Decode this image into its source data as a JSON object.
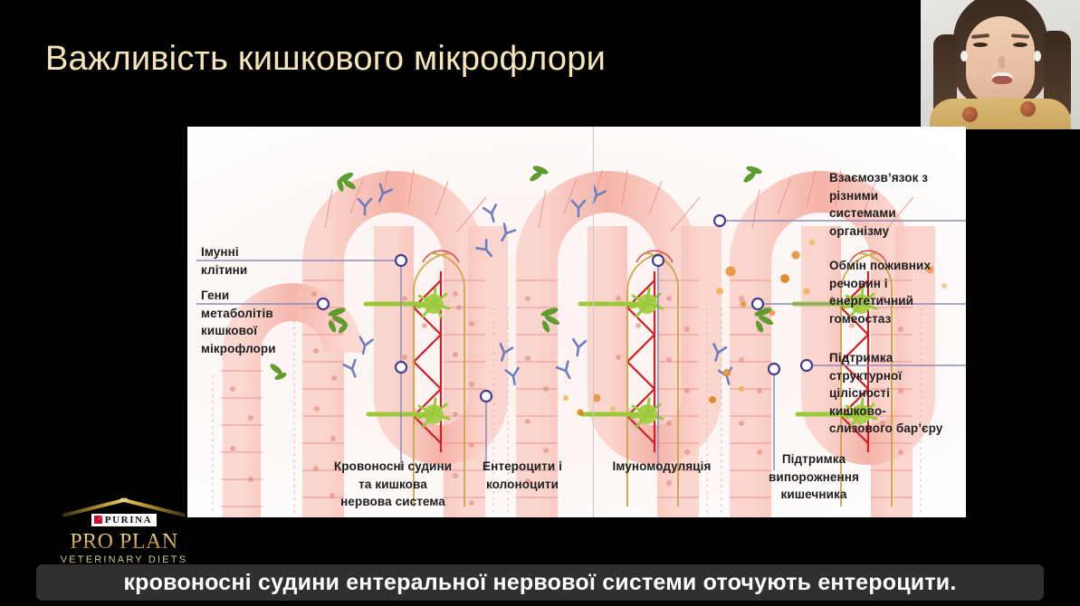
{
  "slide": {
    "title": "Важливість кишкового мікрофлори",
    "title_color": "#f7e7b8",
    "background_color": "#000000"
  },
  "diagram": {
    "panel_background": "#ffffff",
    "divider_color": "#c9c9dd",
    "leader_line_color": "#8b8bb5",
    "marker_stroke_color": "#3f3f8c",
    "epithelium_color": "#f4a9a0",
    "immune_cell_color": "#9ec93a",
    "antibody_color": "#6b7fc0",
    "vessel_color": "#d0212b",
    "nutrient_color": "#e8913a",
    "labels_left": [
      {
        "text_line1": "Імунні",
        "text_line2": "клітини",
        "text_line3": "",
        "text_line4": ""
      },
      {
        "text_line1": "Гени",
        "text_line2": "метаболітів",
        "text_line3": "кишкової",
        "text_line4": "мікрофлори"
      }
    ],
    "labels_right": [
      {
        "text_line1": "Взаємозв’язок з",
        "text_line2": "різними",
        "text_line3": "системами",
        "text_line4": "організму",
        "text_line5": "",
        "text_line6": ""
      },
      {
        "text_line1": "Обмін поживних",
        "text_line2": "речовин і",
        "text_line3": "енергетичний",
        "text_line4": "гомеостаз",
        "text_line5": "",
        "text_line6": ""
      },
      {
        "text_line1": "Підтримка",
        "text_line2": "структурної",
        "text_line3": "цілісності",
        "text_line4": "кишково-",
        "text_line5": "слизового бар’єру",
        "text_line6": ""
      }
    ],
    "labels_bottom": [
      {
        "text_line1": "Кровоносні судини",
        "text_line2": "та кишкова",
        "text_line3": "нервова система"
      },
      {
        "text_line1": "Ентероцити і",
        "text_line2": "колоноцити",
        "text_line3": ""
      },
      {
        "text_line1": "Імуномодуляція",
        "text_line2": "",
        "text_line3": ""
      },
      {
        "text_line1": "Підтримка",
        "text_line2": "випорожнення",
        "text_line3": "кишечника"
      }
    ]
  },
  "logo": {
    "brand": "PURINA",
    "product_line": "PRO PLAN",
    "tagline": "VETERINARY DIETS"
  },
  "caption": {
    "text": "кровоносні судини ентеральної нервової системи оточують ентероцити.",
    "background_color": "#303030",
    "text_color": "#ffffff"
  },
  "webcam": {
    "position": "top-right",
    "subject": "presenter"
  }
}
